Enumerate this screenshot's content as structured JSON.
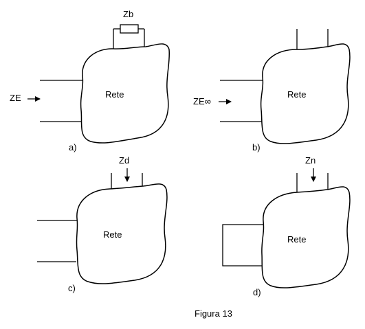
{
  "panels": {
    "a": {
      "caption": "a)",
      "body_label": "Rete",
      "input_label": "ZE",
      "top_label": "Zb"
    },
    "b": {
      "caption": "b)",
      "body_label": "Rete",
      "input_label": "ZE∞"
    },
    "c": {
      "caption": "c)",
      "body_label": "Rete",
      "top_label": "Zd"
    },
    "d": {
      "caption": "d)",
      "body_label": "Rete",
      "top_label": "Zn"
    }
  },
  "figure_caption": "Figura 13"
}
